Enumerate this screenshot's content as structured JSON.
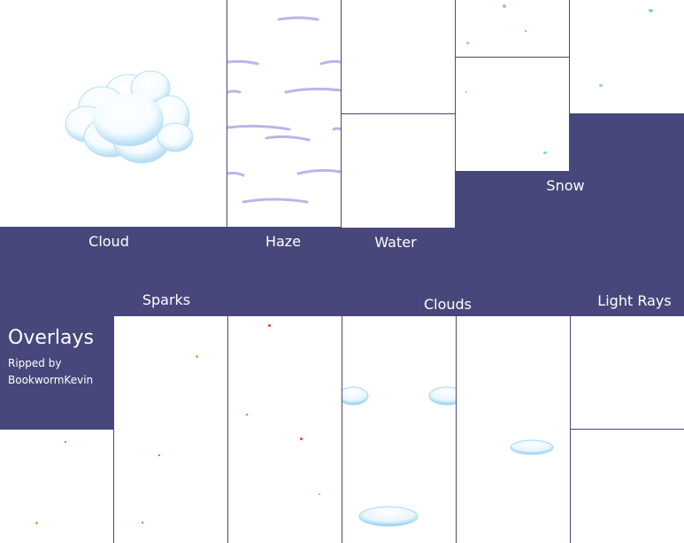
{
  "sheet": {
    "title": "Overlays",
    "credit_line1": "Ripped by",
    "credit_line2": "BookwormKevin"
  },
  "labels": {
    "cloud": "Cloud",
    "haze": "Haze",
    "water": "Water",
    "snow": "Snow",
    "sparks": "Sparks",
    "clouds": "Clouds",
    "light_rays": "Light Rays"
  },
  "colors": {
    "background": "#47477b",
    "tile": "#ffffff",
    "cloud_tint": "#c8e8f8",
    "haze_tint": "#b4a8e0",
    "snow_tint": "#8cc8e8",
    "spark_tint": "#e04020"
  }
}
